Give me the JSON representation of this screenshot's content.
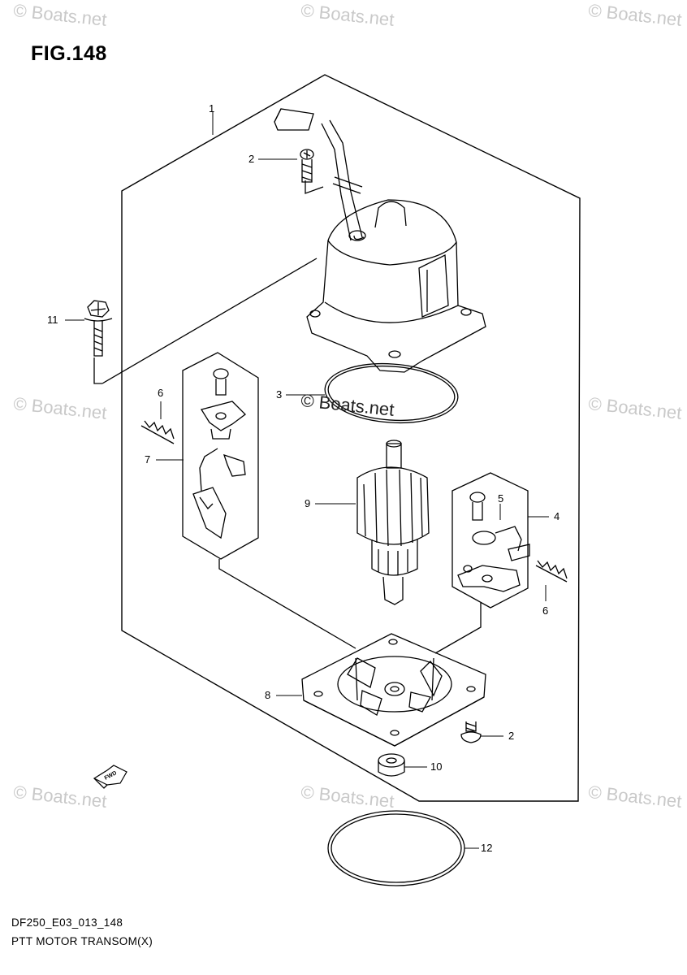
{
  "title": "FIG.148",
  "footer": {
    "code": "DF250_E03_013_148",
    "name": "PTT MOTOR TRANSOM(X)"
  },
  "watermark": "© Boats.net",
  "fwd_label": "FWD",
  "callouts": [
    "1",
    "2",
    "3",
    "4",
    "5",
    "6",
    "7",
    "8",
    "9",
    "10",
    "11",
    "12",
    "2",
    "6"
  ]
}
